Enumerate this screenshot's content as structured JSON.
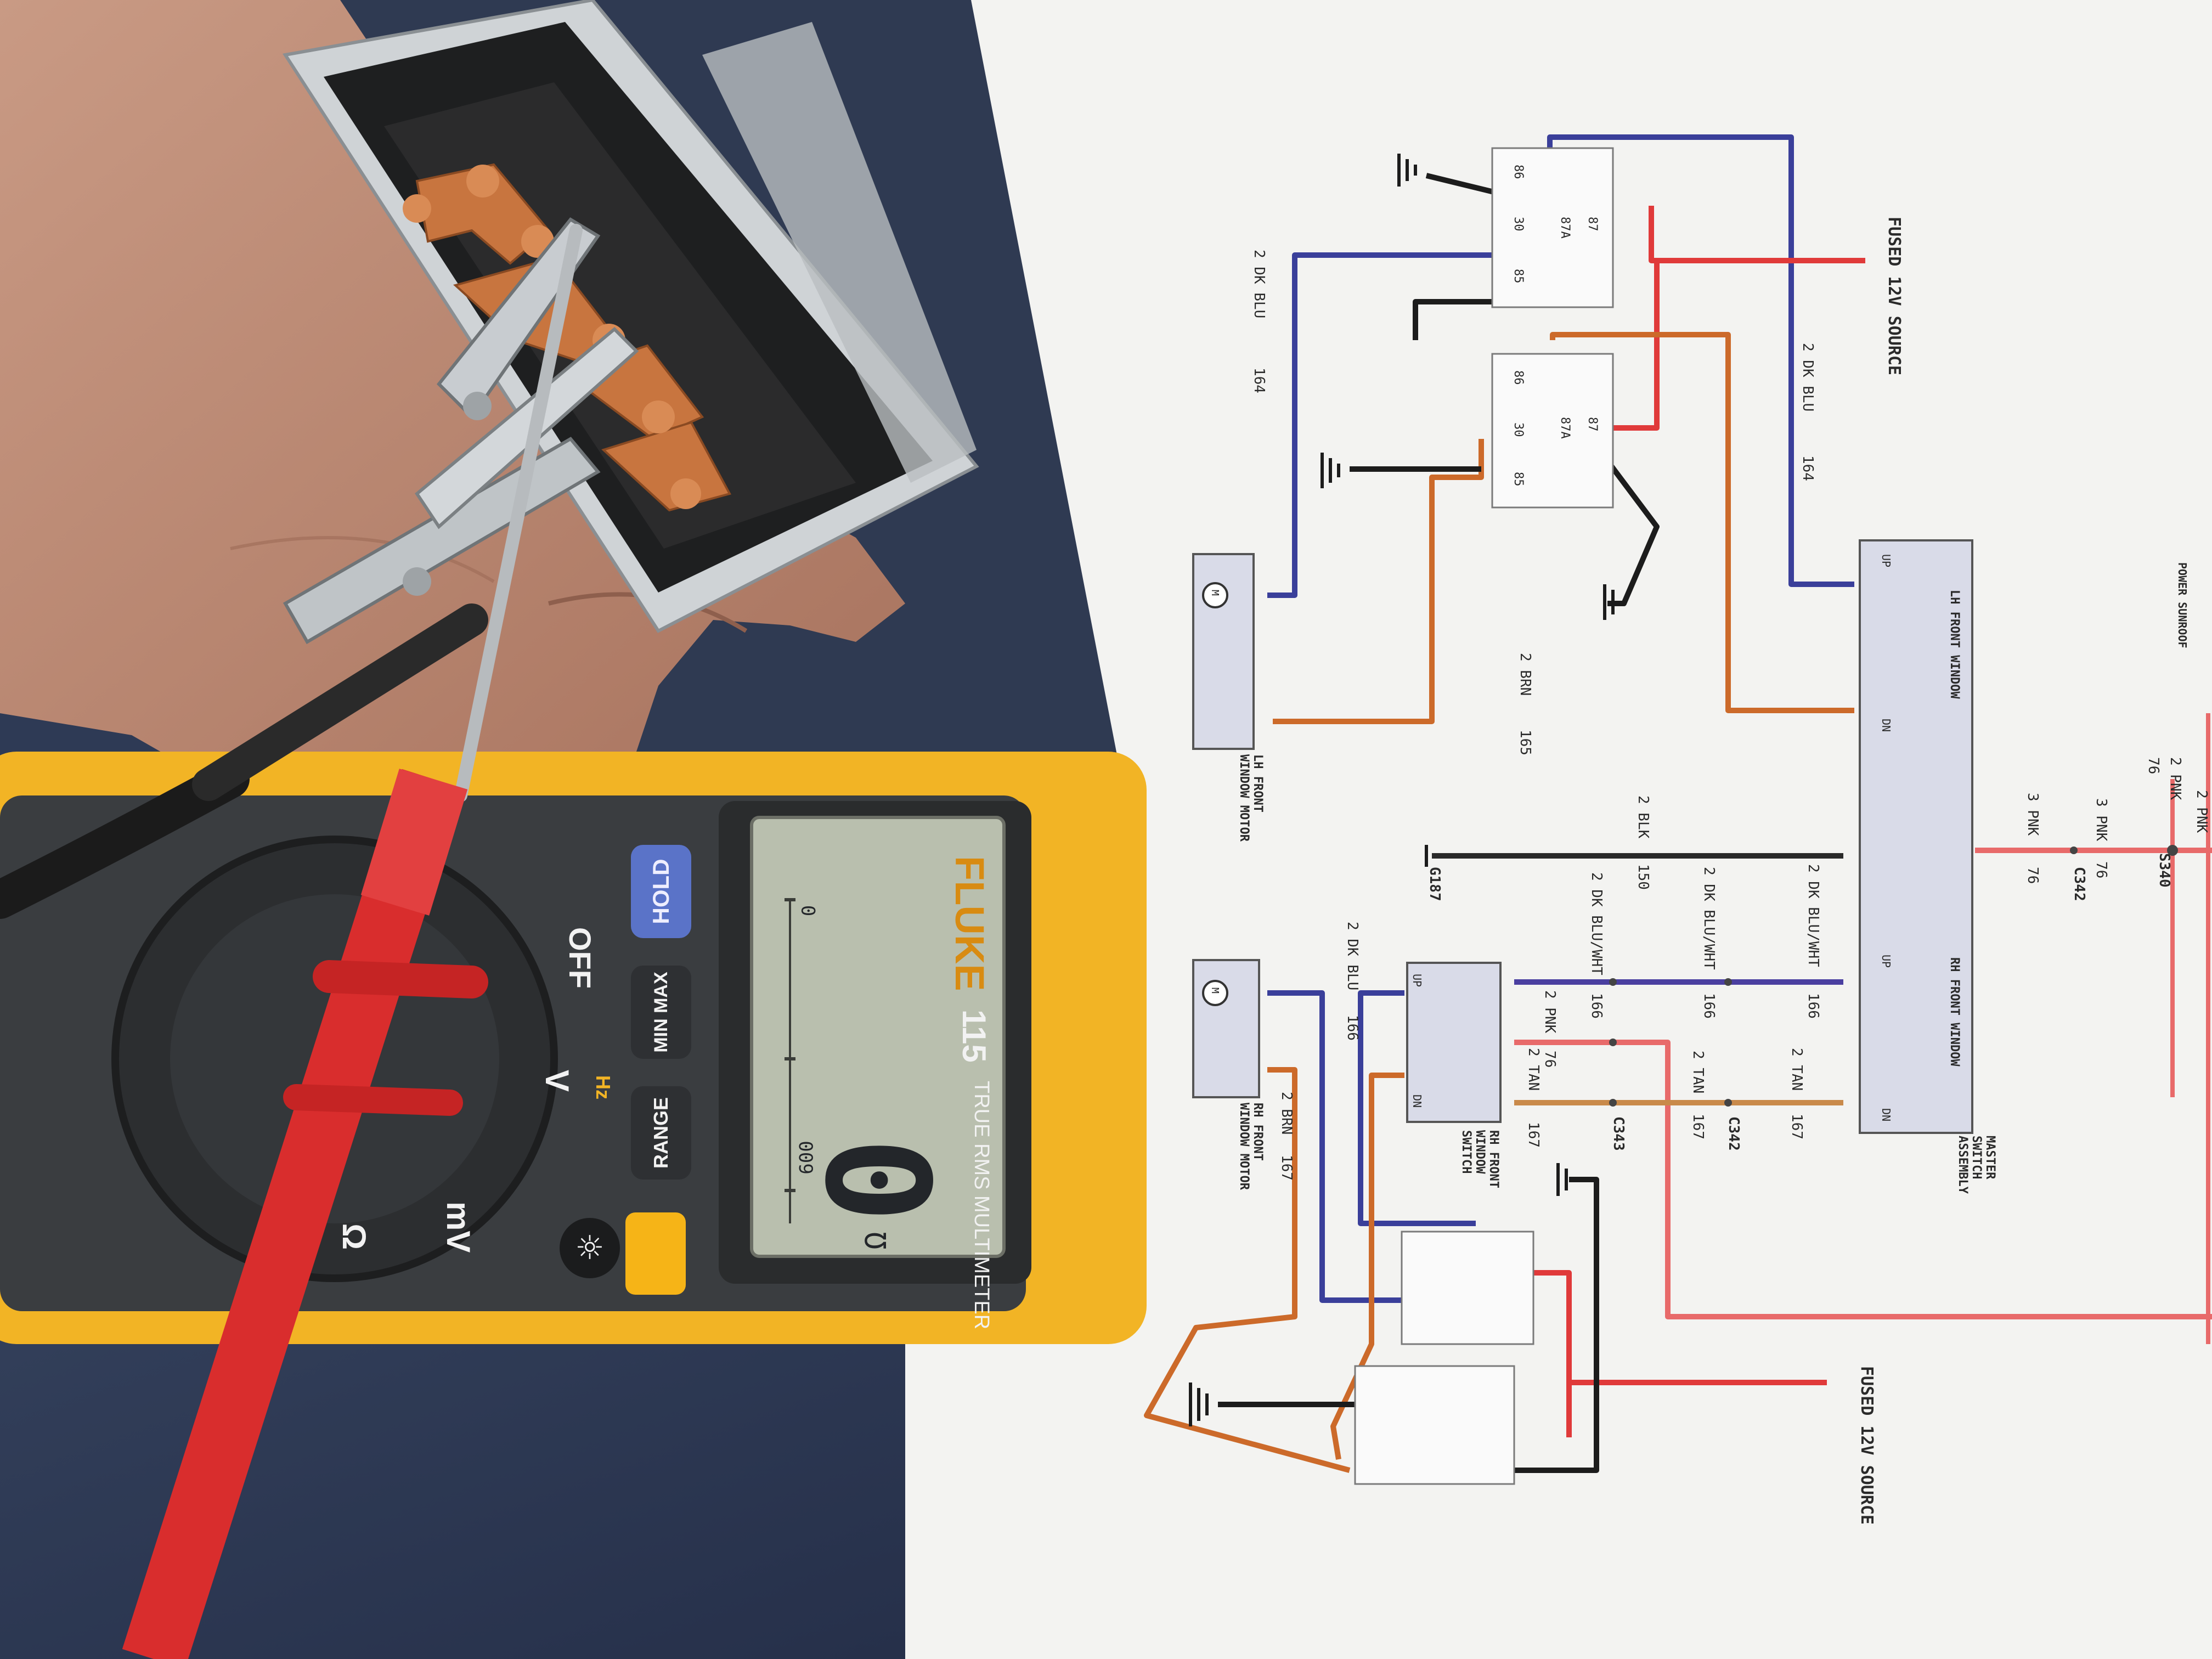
{
  "meter": {
    "brand": "FLUKE",
    "model": "115",
    "subtitle": "TRUE RMS MULTIMETER",
    "reading": "0",
    "unit_symbol": "Ω",
    "scale_left": "0",
    "scale_right": "600",
    "buttons": {
      "hold": "HOLD",
      "minmax": "MIN MAX",
      "range": "RANGE"
    },
    "dial": {
      "off": "OFF",
      "v_hz": "V",
      "mv": "mV",
      "hz": "Hz",
      "ohm": "Ω"
    },
    "colors": {
      "body": "#f2b425",
      "face": "#3a3d40",
      "lcd": "#b9bfae",
      "hold_btn": "#5a73c8",
      "yellow_btn": "#f6b417"
    }
  },
  "diagram": {
    "relays": {
      "top": [
        "86",
        "30",
        "85",
        "87A",
        "87"
      ],
      "bottom": [
        "86",
        "30",
        "85",
        "87A",
        "87"
      ]
    },
    "sources": [
      "FUSED 12V SOURCE",
      "FUSED 12V SOURCE"
    ],
    "wire_labels": [
      "2 DK BLU",
      "164",
      "2 DK BLU",
      "164",
      "2 BRN",
      "165",
      "2 BLK",
      "150",
      "2 DK BLU/WHT",
      "166",
      "2 DK BLU/WHT",
      "166",
      "2 DK BLU/WHT",
      "166",
      "2 DK BLU",
      "166",
      "2 PNK",
      "76",
      "2 TAN",
      "167",
      "2 TAN",
      "167",
      "2 TAN",
      "167",
      "2 BRN",
      "167",
      "3 PNK",
      "76",
      "2 PNK",
      "76",
      "3 PNK",
      "76",
      "2 PNK"
    ],
    "connectors": [
      "C343",
      "C342",
      "C342",
      "S340",
      "G187"
    ],
    "components": {
      "lh_motor": "LH FRONT WINDOW MOTOR",
      "rh_motor": "RH FRONT WINDOW MOTOR",
      "rh_switch": "RH FRONT WINDOW SWITCH",
      "master": "MASTER SWITCH ASSEMBLY",
      "master_lh": "LH FRONT WINDOW",
      "master_rh": "RH FRONT WINDOW",
      "sunroof": "POWER SUNROOF"
    },
    "pin_letters": [
      "UP",
      "DN",
      "UP",
      "DN",
      "UP",
      "DN",
      "M",
      "M"
    ],
    "colors": {
      "blue": "#3a3f9a",
      "red": "#e03a3a",
      "orange": "#cc6a2a",
      "black": "#1c1c1c",
      "pink": "#e86a6a"
    }
  }
}
